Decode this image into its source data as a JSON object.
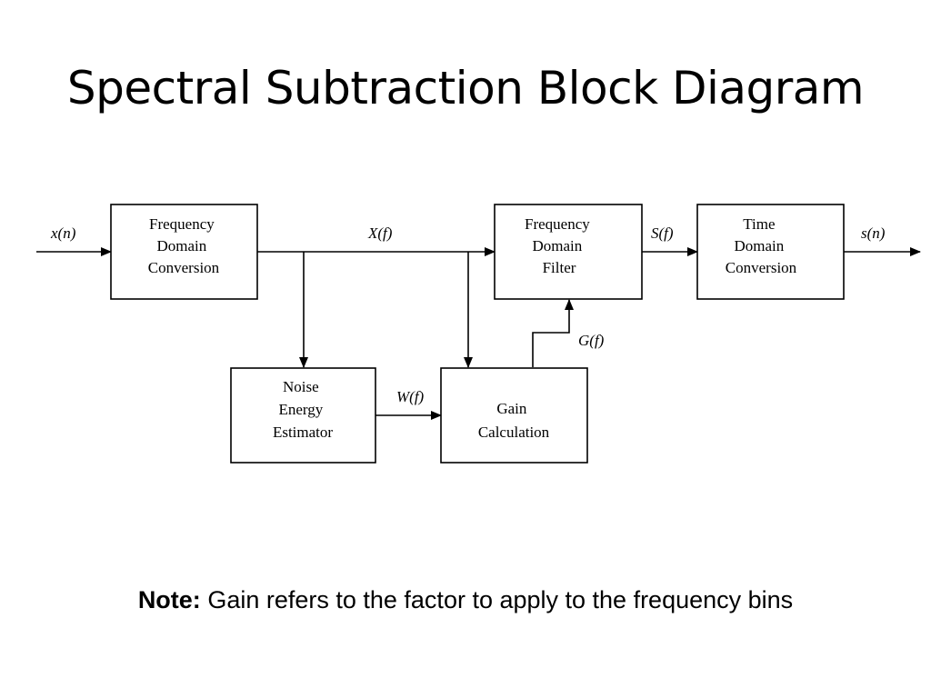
{
  "title": "Spectral Subtraction Block Diagram",
  "diagram": {
    "blocks": {
      "freq_conversion": [
        "Frequency",
        "Domain",
        "Conversion"
      ],
      "freq_filter": [
        "Frequency",
        "Domain",
        "Filter"
      ],
      "time_conversion": [
        "Time",
        "Domain",
        "Conversion"
      ],
      "noise_estimator": [
        "Noise",
        "Energy",
        "Estimator"
      ],
      "gain_calc": [
        "Gain",
        "Calculation"
      ]
    },
    "signals": {
      "input": "x(n)",
      "spectrum": "X(f)",
      "filtered": "S(f)",
      "output": "s(n)",
      "gain": "G(f)",
      "noise": "W(f)"
    }
  },
  "note": {
    "label": "Note:",
    "text": " Gain refers to the factor to apply to the frequency bins"
  }
}
